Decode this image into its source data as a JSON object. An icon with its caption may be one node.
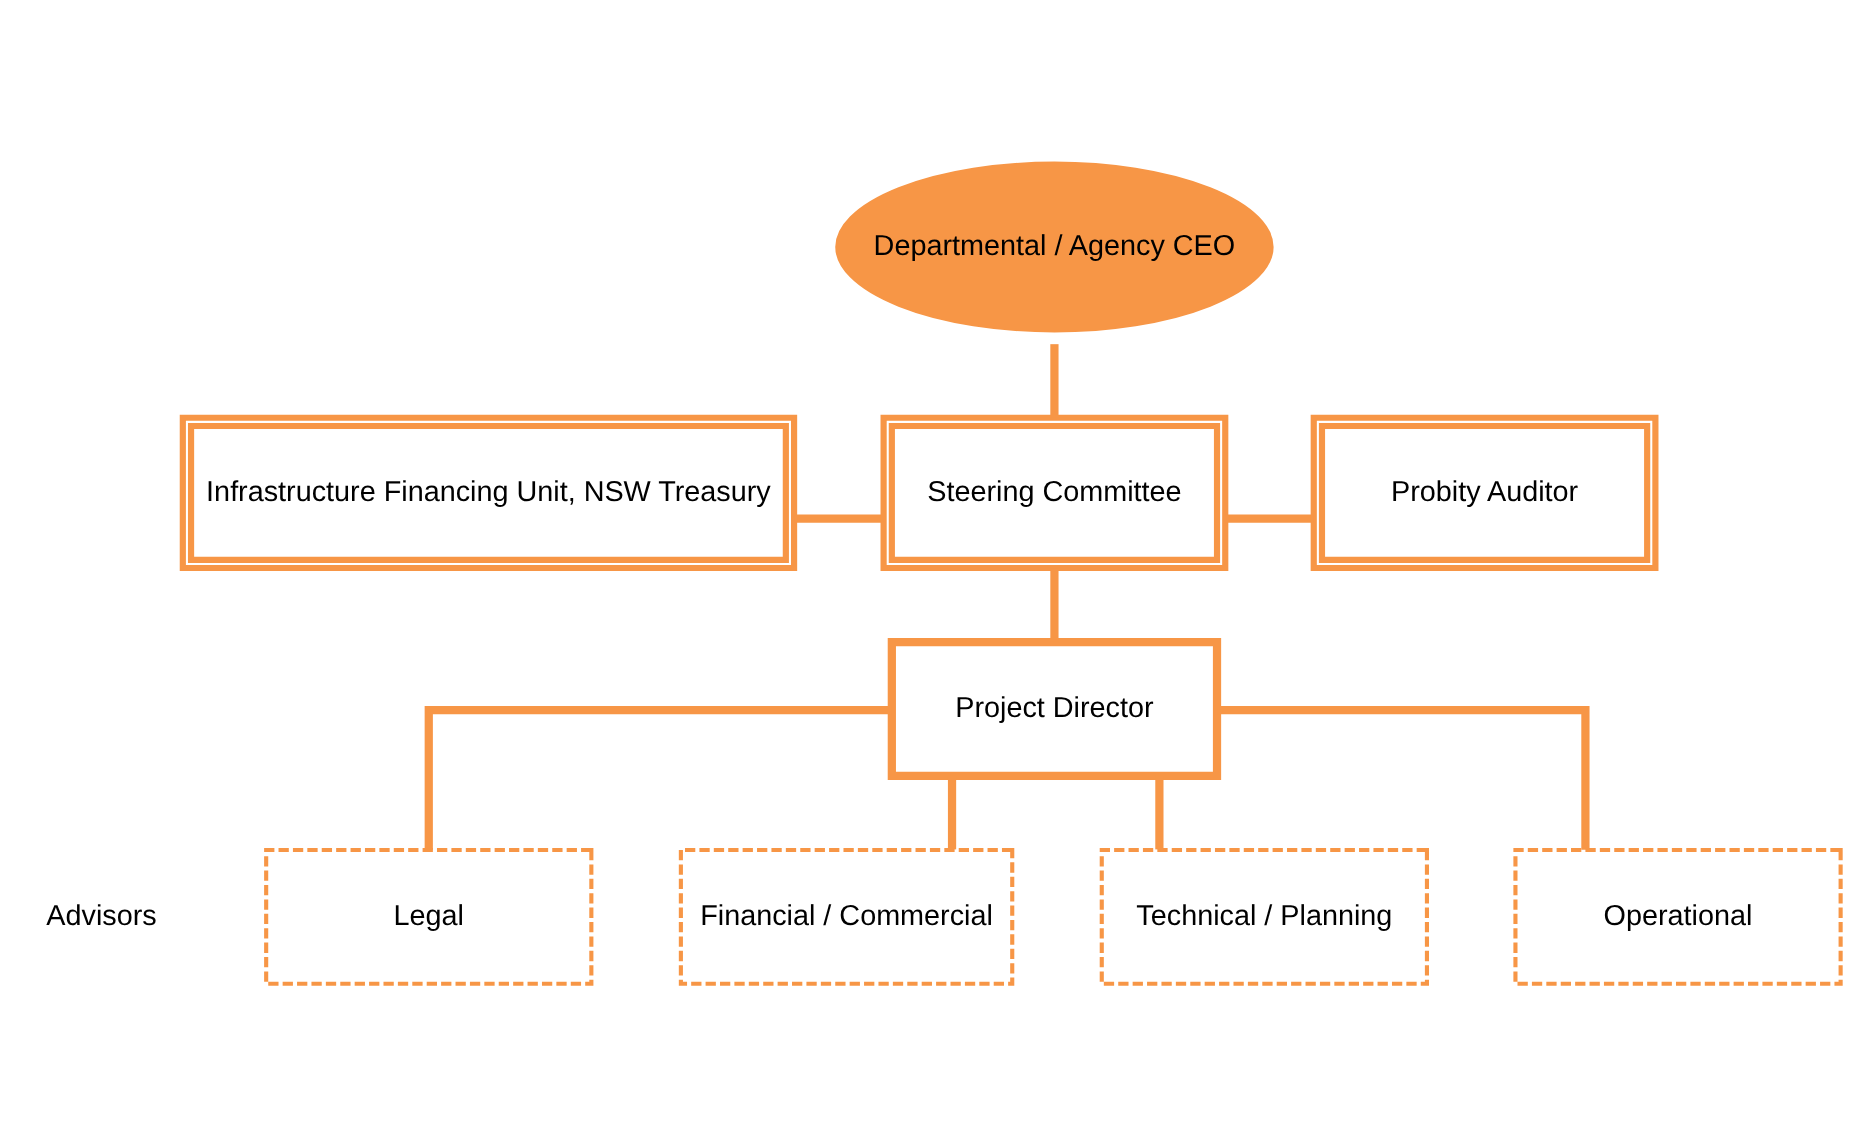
{
  "diagram": {
    "nodes": [
      {
        "text": [
          "Departmental / Agency CEO"
        ]
      },
      {
        "text": [
          "Infrastructure Financing Unit, NSW Treasury"
        ]
      },
      {
        "text": [
          "Steering Committee"
        ]
      },
      {
        "text": [
          "Probity Auditor"
        ]
      },
      {
        "text": [
          "Project Director"
        ]
      },
      {
        "text": [
          "Legal"
        ]
      },
      {
        "text": [
          "Financial / Commercial"
        ]
      },
      {
        "text": [
          "Technical / Planning"
        ]
      },
      {
        "text": [
          "Operational"
        ]
      }
    ],
    "edges": [
      {
        "from": 0,
        "to": 2,
        "arrow": "none"
      },
      {
        "from": 1,
        "to": 2,
        "arrow": "none"
      },
      {
        "from": 2,
        "to": 3,
        "arrow": "none"
      },
      {
        "from": 2,
        "to": 4,
        "arrow": "none"
      },
      {
        "from": 4,
        "to": 5,
        "arrow": "none"
      },
      {
        "from": 4,
        "to": 6,
        "arrow": "none"
      },
      {
        "from": 4,
        "to": 7,
        "arrow": "none"
      },
      {
        "from": 4,
        "to": 8,
        "arrow": "none"
      }
    ],
    "labels": [
      "Advisors"
    ]
  }
}
